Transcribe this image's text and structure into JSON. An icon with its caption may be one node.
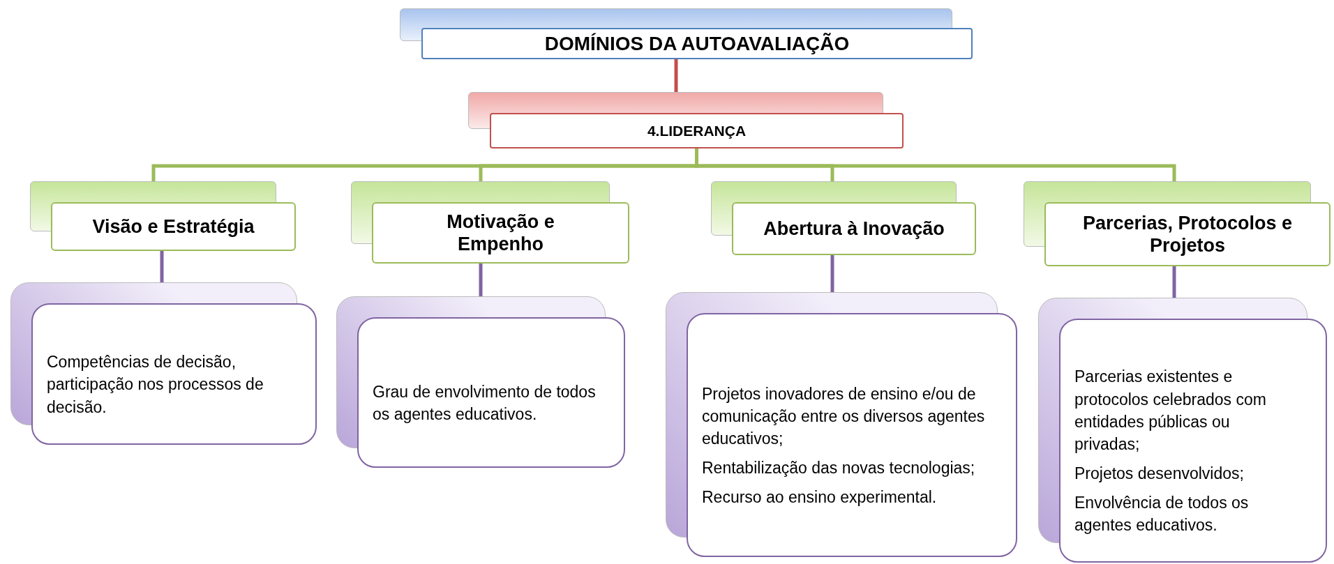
{
  "diagram": {
    "nodes": [
      {
        "text": [
          "DOMÍNIOS DA AUTOAVALIAÇÃO"
        ]
      },
      {
        "text": [
          "4.LIDERANÇA"
        ]
      },
      {
        "text": [
          "Visão e Estratégia"
        ]
      },
      {
        "text": [
          "Motivação e Empenho"
        ]
      },
      {
        "text": [
          "Abertura à Inovação"
        ]
      },
      {
        "text": [
          "Parcerias, Protocolos e Projetos"
        ]
      },
      {
        "text": [
          "Competências de decisão, participação nos processos de decisão."
        ]
      },
      {
        "text": [
          "Grau de envolvimento de todos os agentes educativos."
        ]
      },
      {
        "text": [
          "Projetos inovadores de ensino e/ou de comunicação entre os diversos agentes educativos;",
          "Rentabilização das novas tecnologias;",
          "Recurso ao ensino experimental."
        ]
      },
      {
        "text": [
          "Parcerias existentes e protocolos celebrados com entidades públicas ou privadas;",
          "Projetos desenvolvidos;",
          "Envolvência de todos os agentes educativos."
        ]
      }
    ],
    "edges": [
      {
        "from": 0,
        "to": 1,
        "arrow": "none",
        "color": "#c0504d"
      },
      {
        "from": 1,
        "to": 2,
        "arrow": "none",
        "color": "#9bbb59"
      },
      {
        "from": 1,
        "to": 3,
        "arrow": "none",
        "color": "#9bbb59"
      },
      {
        "from": 1,
        "to": 4,
        "arrow": "none",
        "color": "#9bbb59"
      },
      {
        "from": 1,
        "to": 5,
        "arrow": "none",
        "color": "#9bbb59"
      },
      {
        "from": 2,
        "to": 6,
        "arrow": "none",
        "color": "#8064a2"
      },
      {
        "from": 3,
        "to": 7,
        "arrow": "none",
        "color": "#8064a2"
      },
      {
        "from": 4,
        "to": 8,
        "arrow": "none",
        "color": "#8064a2"
      },
      {
        "from": 5,
        "to": 9,
        "arrow": "none",
        "color": "#8064a2"
      }
    ]
  }
}
